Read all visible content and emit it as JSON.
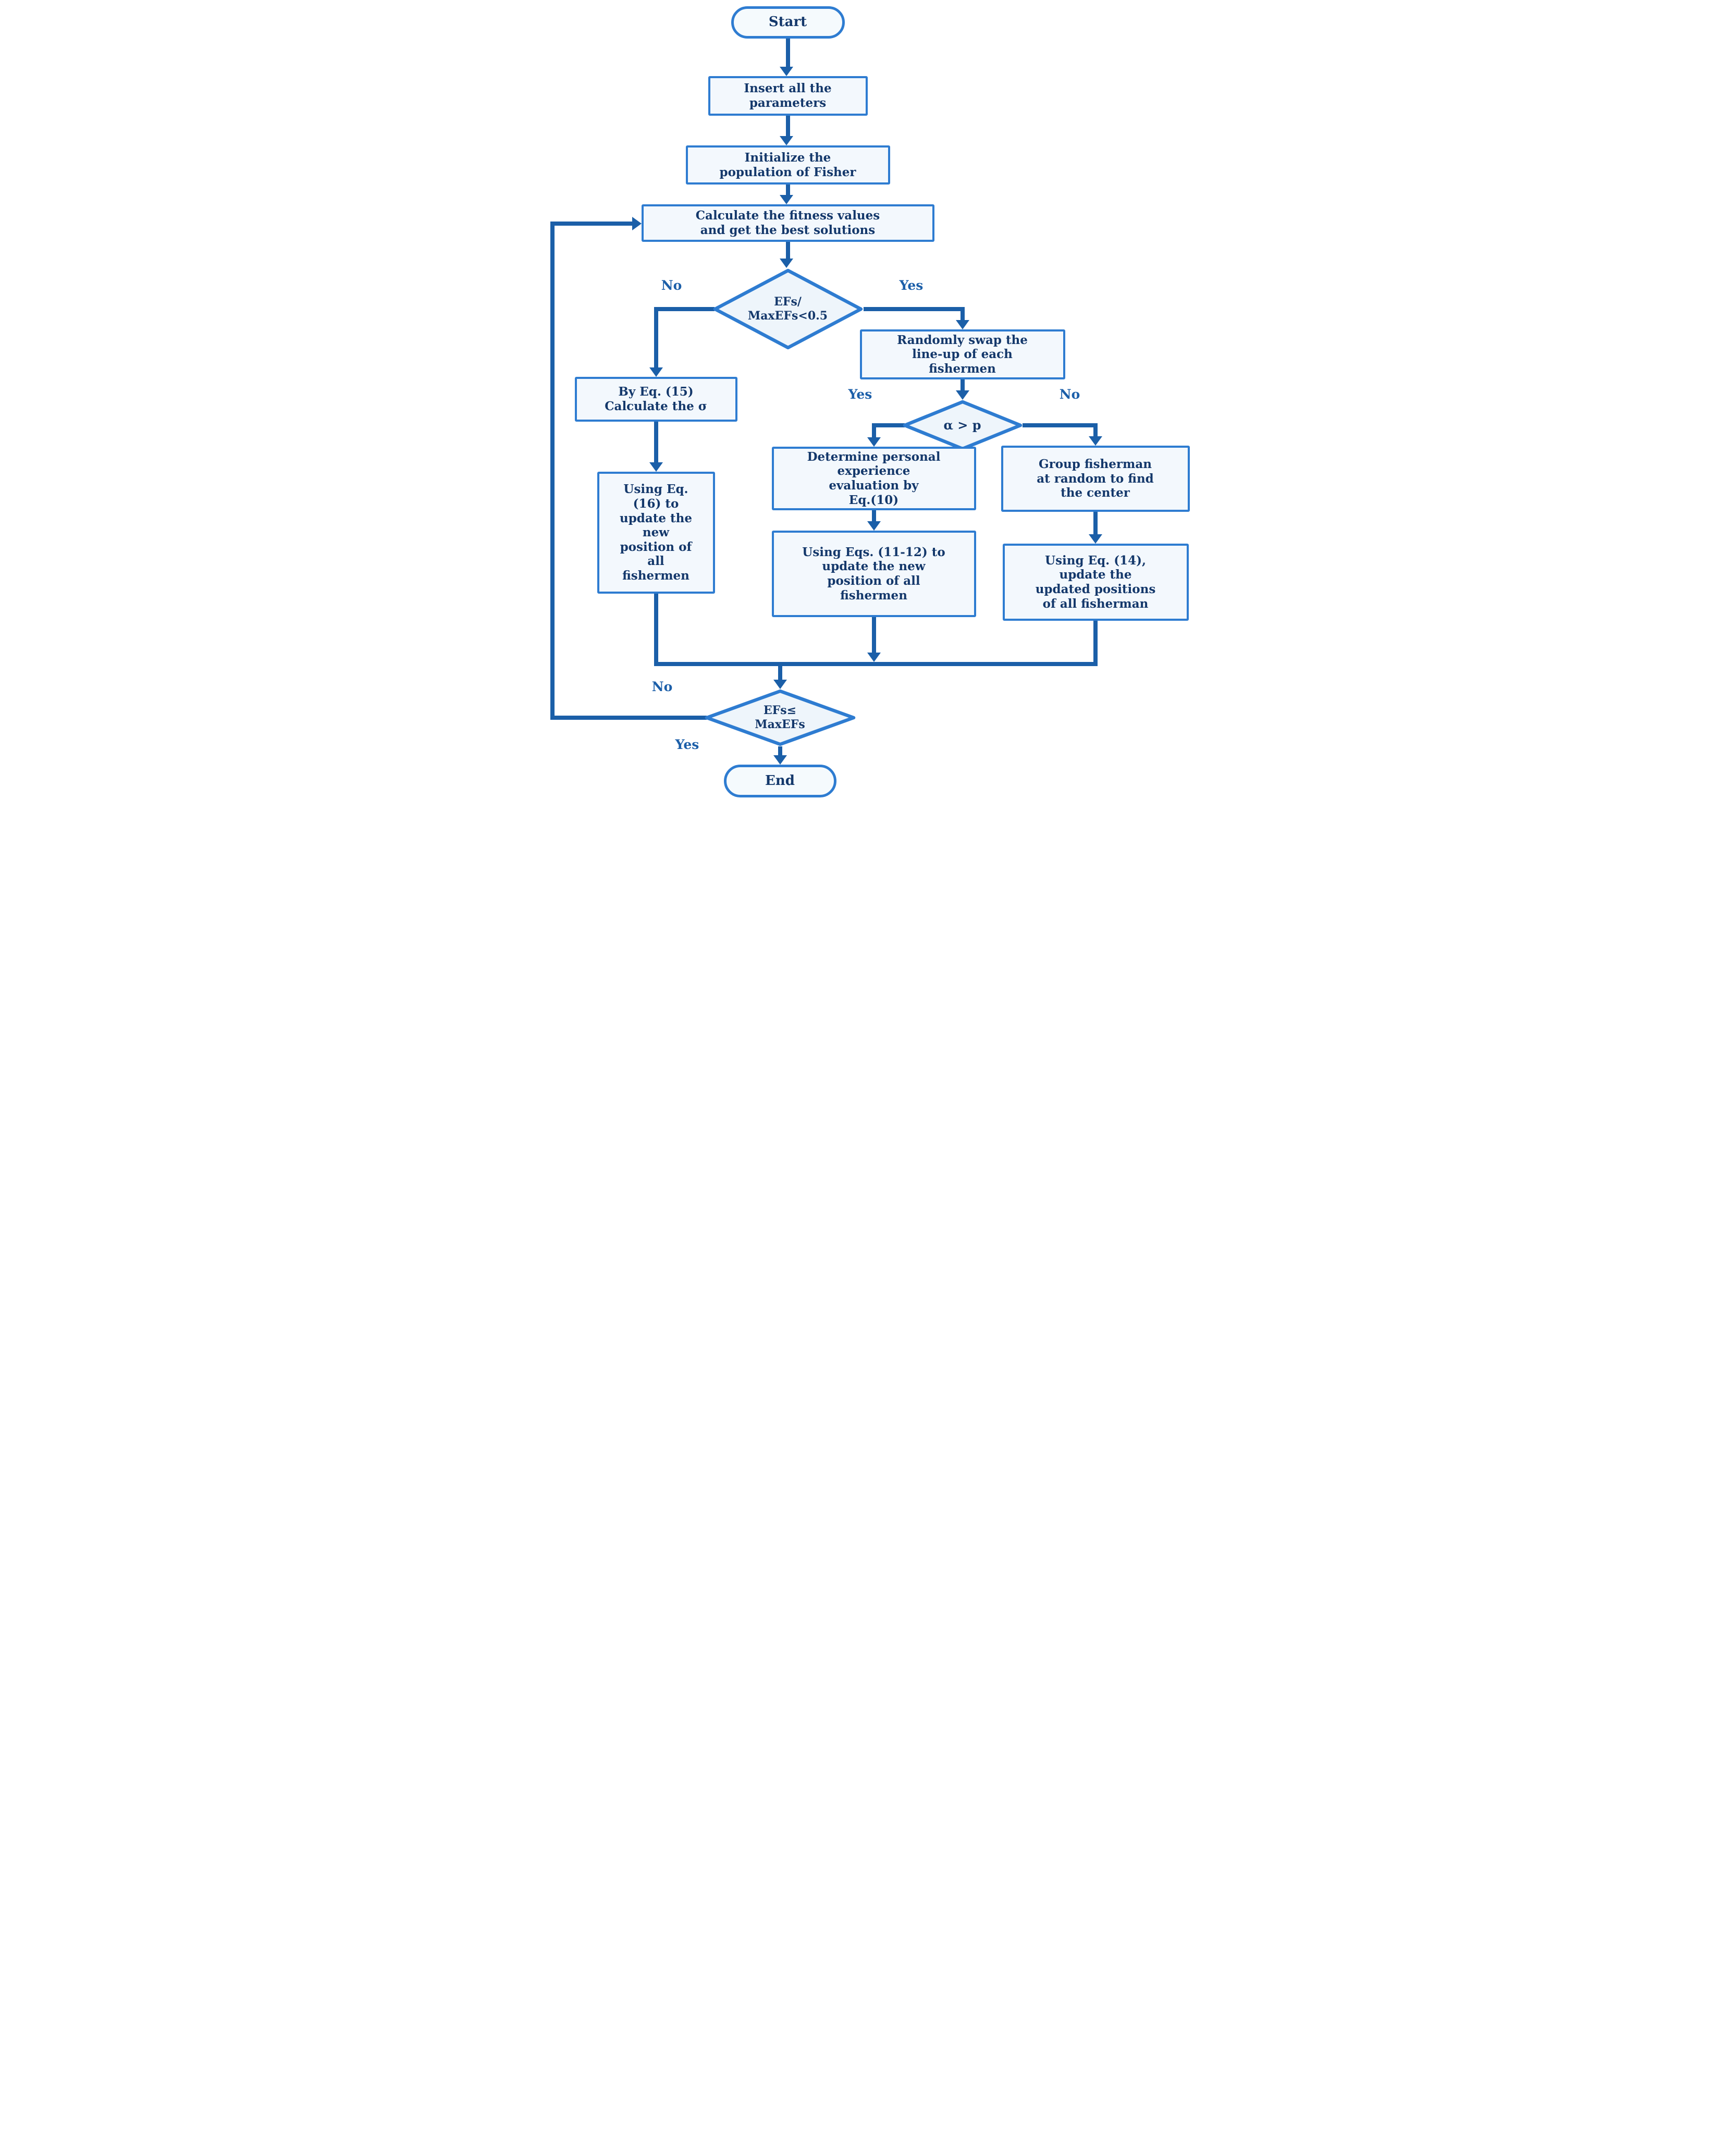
{
  "figure": {
    "type": "flowchart"
  },
  "colors": {
    "line": "#1b5fa8",
    "border": "#2e7cd1",
    "box_fill": "#f3f8fd",
    "diamond_fill": "#eef5fb",
    "terminator_fill": "#f5fafd",
    "text": "#14386b",
    "label": "#1c5fa9",
    "background": "#ffffff"
  },
  "nodes": {
    "start": {
      "label": "Start"
    },
    "insert": {
      "label": "Insert all the\nparameters"
    },
    "initialize": {
      "label": "Initialize the\npopulation of Fisher"
    },
    "calculate": {
      "label": "Calculate the fitness values\nand get the best solutions"
    },
    "decision_efs_half": {
      "label": "EFs/\nMaxEFs<0.5"
    },
    "by_eq15": {
      "label": "By Eq. (15)\nCalculate the σ"
    },
    "using_eq16": {
      "label": "Using Eq.\n(16) to\nupdate the\nnew\nposition of\nall\nfishermen"
    },
    "random_swap": {
      "label": "Randomly swap the\nline-up of each\nfishermen"
    },
    "decision_alpha_p": {
      "label": "α > p"
    },
    "determine_personal": {
      "label": "Determine personal\nexperience\nevaluation by\nEq.(10)"
    },
    "using_eqs_11_12": {
      "label": "Using Eqs. (11-12) to\nupdate the new\nposition of all\nfishermen"
    },
    "group_fisherman": {
      "label": "Group fisherman\nat random to find\nthe center"
    },
    "using_eq14": {
      "label": "Using Eq. (14),\nupdate the\nupdated positions\nof all fisherman"
    },
    "decision_efs_max": {
      "label": "EFs≤\nMaxEFs"
    },
    "end": {
      "label": "End"
    }
  },
  "edge_labels": {
    "efs_half_no": "No",
    "efs_half_yes": "Yes",
    "alpha_yes": "Yes",
    "alpha_no": "No",
    "efs_max_no": "No",
    "efs_max_yes": "Yes"
  }
}
